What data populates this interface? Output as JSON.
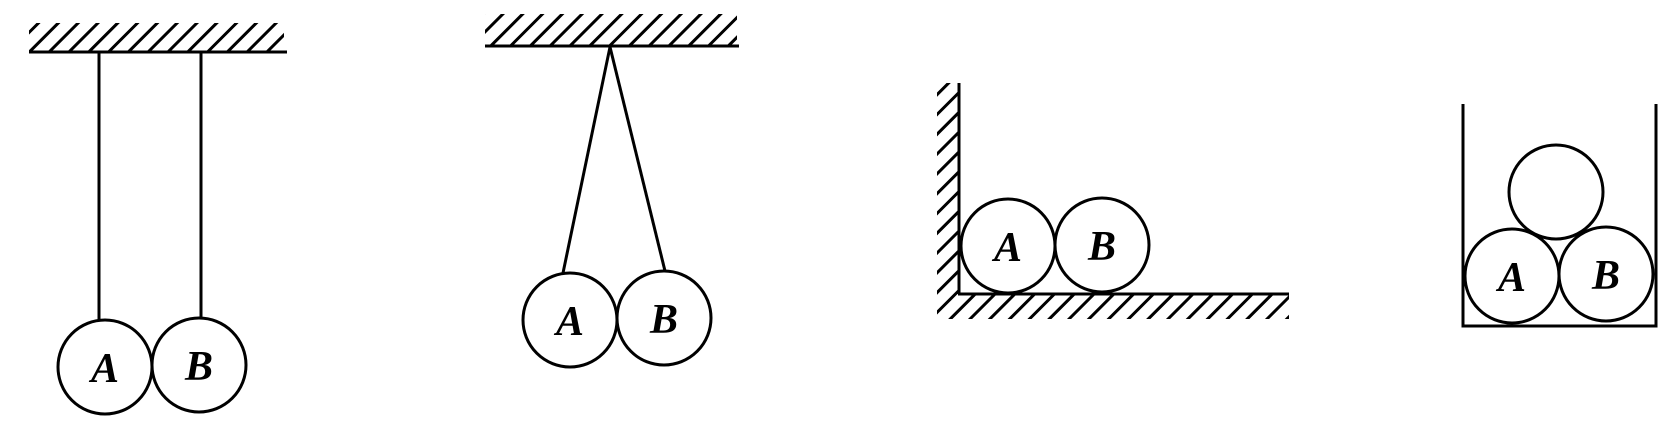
{
  "diagram": {
    "panels": [
      {
        "name": "parallel-strings",
        "labels": [
          "A",
          "B"
        ]
      },
      {
        "name": "single-pivot-strings",
        "labels": [
          "A",
          "B"
        ]
      },
      {
        "name": "corner-wall-floor",
        "labels": [
          "A",
          "B"
        ]
      },
      {
        "name": "container-three-balls",
        "labels": [
          "A",
          "B"
        ]
      }
    ],
    "colors": {
      "ink": "#000000",
      "background": "#ffffff"
    }
  }
}
